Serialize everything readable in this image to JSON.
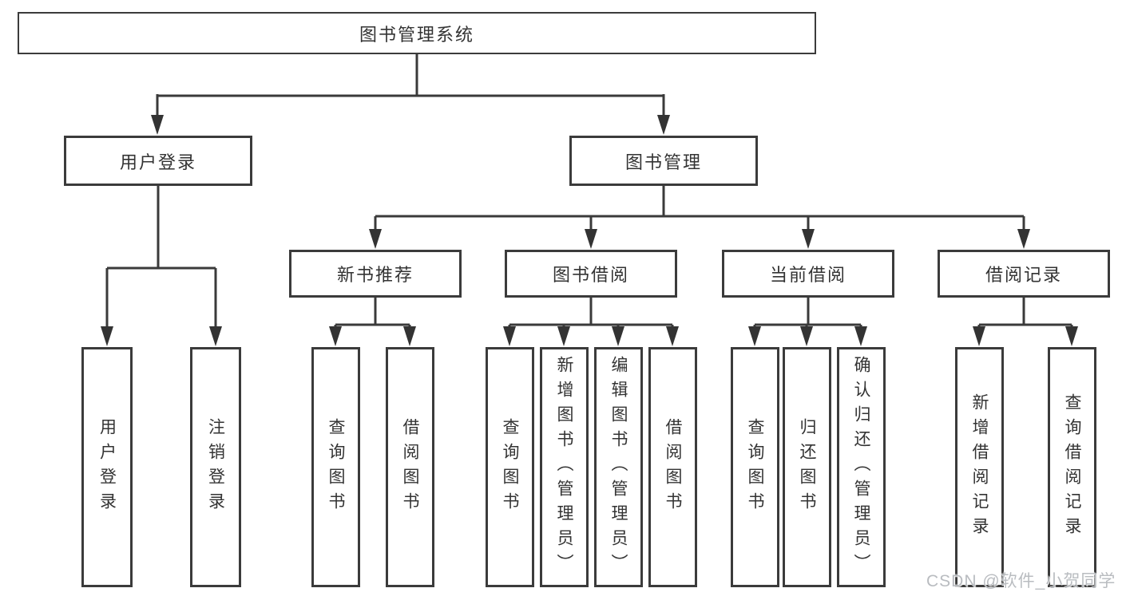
{
  "nodes": {
    "root": "图书管理系统",
    "user_login": "用户登录",
    "book_mgmt": "图书管理",
    "new_books": "新书推荐",
    "book_borrow": "图书借阅",
    "current_borrow": "当前借阅",
    "borrow_records": "借阅记录"
  },
  "leaves": {
    "user_login": "用户登录",
    "logout": "注销登录",
    "newbooks_query": "查询图书",
    "newbooks_borrow": "借阅图书",
    "borrow_query": "查询图书",
    "borrow_add": "新增图书（管理员）",
    "borrow_edit": "编辑图书（管理员）",
    "borrow_borrow": "借阅图书",
    "current_query": "查询图书",
    "current_return": "归还图书",
    "current_confirm": "确认归还（管理员）",
    "records_add": "新增借阅记录",
    "records_query": "查询借阅记录"
  },
  "watermark": "CSDN @软件_小贺同学",
  "colors": {
    "line": "#3a3a3a",
    "arrow": "#333333",
    "text": "#333333",
    "background": "#ffffff",
    "watermark": "#b9bcc0"
  }
}
